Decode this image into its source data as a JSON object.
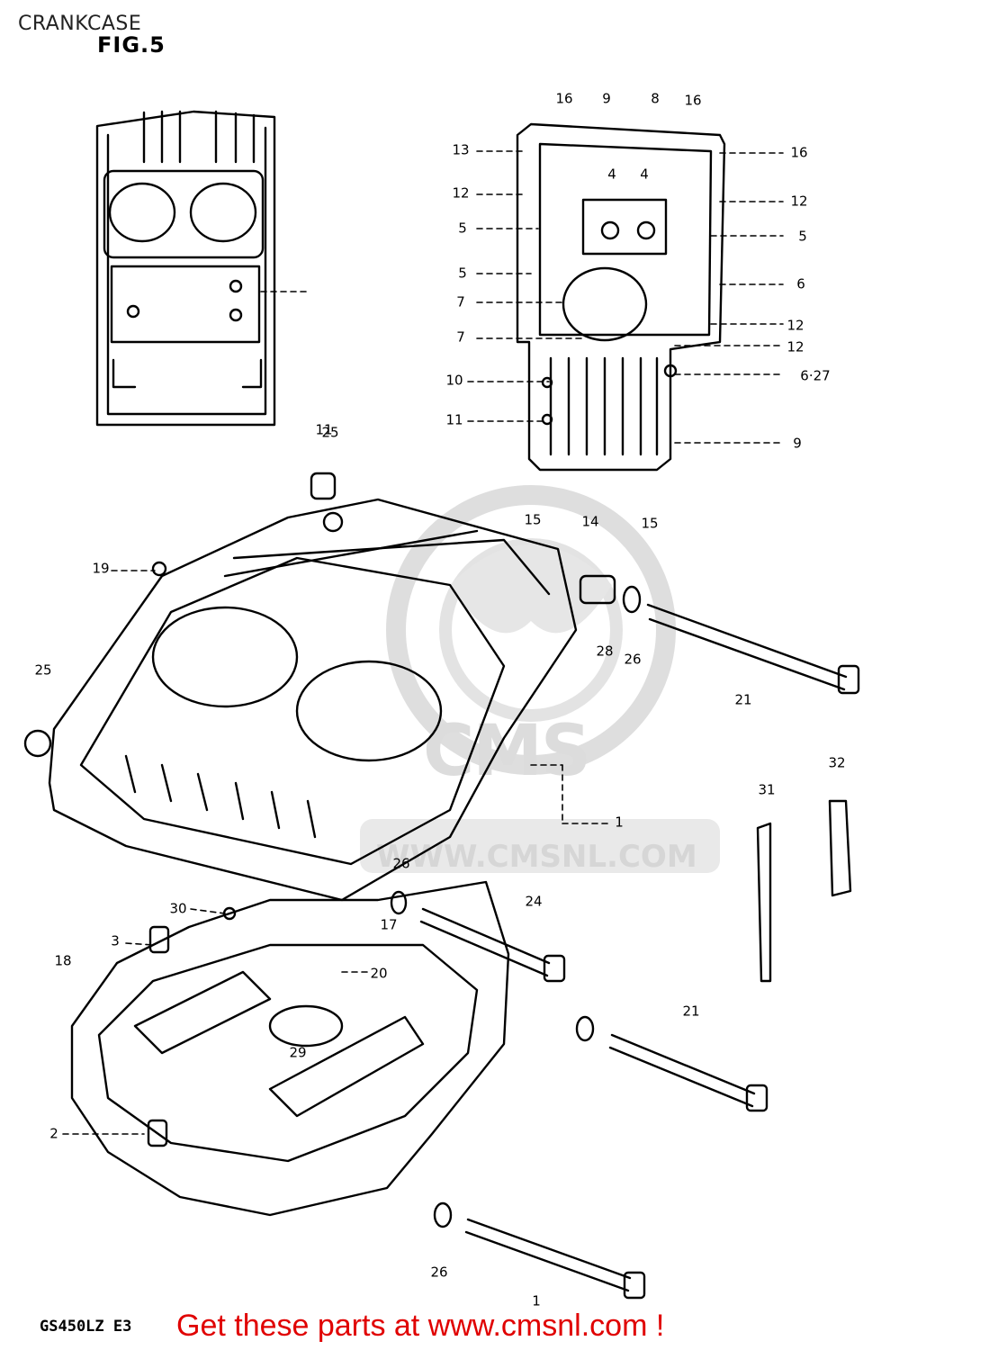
{
  "header": {
    "title": "CRANKCASE",
    "figure": "FIG.5"
  },
  "footer": {
    "model_code": "GS450LZ E3",
    "promo": "Get these parts at www.cmsnl.com !"
  },
  "watermark": {
    "brand": "CMS",
    "url": "WWW.CMSNL.COM"
  },
  "callouts": [
    "16",
    "9",
    "8",
    "16",
    "13",
    "16",
    "4",
    "4",
    "12",
    "12",
    "5",
    "5",
    "5",
    "6",
    "7",
    "12",
    "7",
    "12",
    "10",
    "6·27",
    "11",
    "9",
    "15",
    "14",
    "15",
    "11",
    "25",
    "19",
    "28",
    "26",
    "21",
    "25",
    "32",
    "31",
    "1",
    "26",
    "24",
    "30",
    "17",
    "3",
    "18",
    "20",
    "21",
    "29",
    "2",
    "26",
    "1"
  ],
  "colors": {
    "line": "#000000",
    "promo": "#e00000",
    "watermark": "#d8d8d8"
  }
}
